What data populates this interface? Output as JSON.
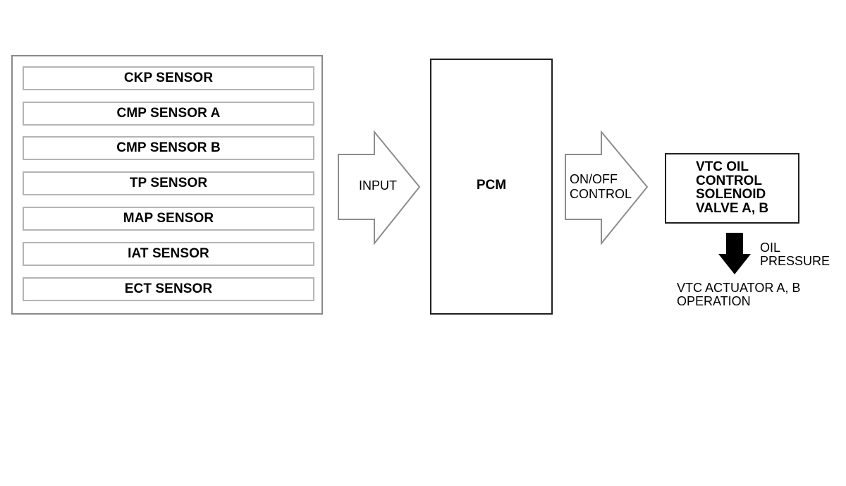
{
  "sensors": {
    "items": [
      {
        "label": "CKP SENSOR"
      },
      {
        "label": "CMP SENSOR A"
      },
      {
        "label": "CMP SENSOR B"
      },
      {
        "label": "TP SENSOR"
      },
      {
        "label": "MAP SENSOR"
      },
      {
        "label": "IAT SENSOR"
      },
      {
        "label": "ECT SENSOR"
      }
    ]
  },
  "input_arrow": {
    "label": "INPUT"
  },
  "pcm": {
    "label": "PCM"
  },
  "control_arrow": {
    "label": "ON/OFF\nCONTROL"
  },
  "solenoid": {
    "label": "VTC OIL\nCONTROL\nSOLENOID\nVALVE A, B"
  },
  "oil_arrow": {
    "label": "OIL\nPRESSURE"
  },
  "actuator": {
    "label": "VTC ACTUATOR A, B\nOPERATION"
  },
  "colors": {
    "panel_border": "#8a8a8a",
    "item_border": "#b4b4b4",
    "box_border": "#202020",
    "arrow_outline": "#8c8c8c",
    "oil_arrow_fill": "#000000"
  }
}
